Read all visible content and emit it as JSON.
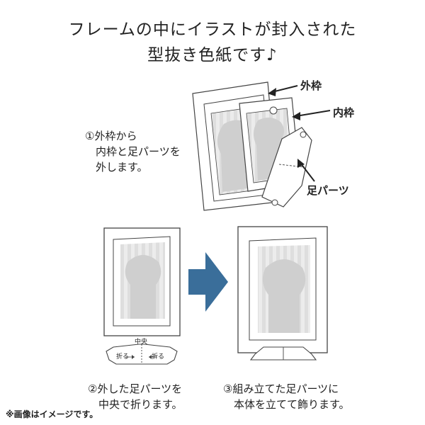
{
  "title": {
    "line1": "フレームの中にイラストが封入された",
    "line2": "型抜き色紙です♪"
  },
  "steps": {
    "step1": "①外枠から\n　内枠と足パーツを\n　外します。",
    "step2": "②外した足パーツを\n　中央で折ります。",
    "step3": "③組み立てた足パーツに\n　本体を立てて飾ります。"
  },
  "labels": {
    "outer_frame": "外枠",
    "inner_frame": "内枠",
    "leg_parts": "足パーツ"
  },
  "fold": {
    "center": "中央",
    "left": "折る",
    "right": "折る"
  },
  "note": "※画像はイメージです。",
  "colors": {
    "arrow": "#3a6e9a",
    "silhouette": "#cfcfcf",
    "stripe_bg": "#e6e6e6",
    "frame_stroke": "#444444"
  }
}
